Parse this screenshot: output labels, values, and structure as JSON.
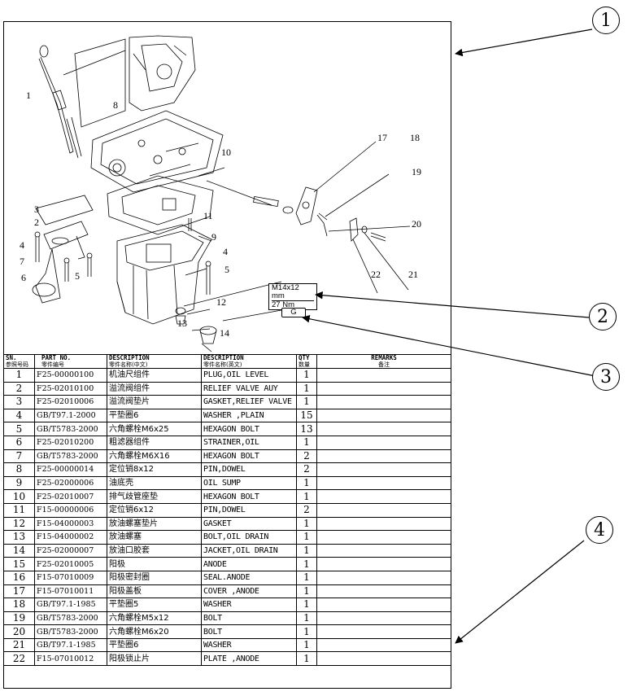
{
  "callouts": [
    "1",
    "2",
    "3",
    "4"
  ],
  "diagram": {
    "part_labels": [
      "1",
      "2",
      "3",
      "4",
      "4",
      "5",
      "5",
      "6",
      "7",
      "8",
      "9",
      "10",
      "11",
      "12",
      "13",
      "14",
      "17",
      "18",
      "19",
      "20",
      "21",
      "22"
    ],
    "spec_torque": {
      "line1": "M14x12 mm",
      "line2": "27 Nm"
    },
    "spec_g": "G"
  },
  "table": {
    "headers": {
      "sn": {
        "en": "SN.",
        "cn": "参照号码"
      },
      "part_no": {
        "en": "PART NO.",
        "cn": "零件编号"
      },
      "desc_cn": {
        "en": "DESCRIPTION",
        "cn": "零件名称(中文)"
      },
      "desc_en": {
        "en": "DESCRIPTION",
        "cn": "零件名称(英文)"
      },
      "qty": {
        "en": "QTY",
        "cn": "数量"
      },
      "remarks": {
        "en": "REMARKS",
        "cn": "备注"
      }
    },
    "rows": [
      {
        "sn": "1",
        "part_no": "F25-00000100",
        "desc_cn": "机油尺组件",
        "desc_en": "PLUG,OIL LEVEL",
        "qty": "1",
        "remarks": ""
      },
      {
        "sn": "2",
        "part_no": "F25-02010100",
        "desc_cn": "溢流阀组件",
        "desc_en": "RELIEF VALVE AUY",
        "qty": "1",
        "remarks": ""
      },
      {
        "sn": "3",
        "part_no": "F25-02010006",
        "desc_cn": "溢流阀垫片",
        "desc_en": "GASKET,RELIEF VALVE",
        "qty": "1",
        "remarks": ""
      },
      {
        "sn": "4",
        "part_no": "GB/T97.1-2000",
        "desc_cn": "平垫圈6",
        "desc_en": "WASHER ,PLAIN",
        "qty": "15",
        "remarks": ""
      },
      {
        "sn": "5",
        "part_no": "GB/T5783-2000",
        "desc_cn": "六角螺栓M6x25",
        "desc_en": "HEXAGON BOLT",
        "qty": "13",
        "remarks": ""
      },
      {
        "sn": "6",
        "part_no": "F25-02010200",
        "desc_cn": "粗滤器组件",
        "desc_en": "STRAINER,OIL",
        "qty": "1",
        "remarks": ""
      },
      {
        "sn": "7",
        "part_no": "GB/T5783-2000",
        "desc_cn": "六角螺栓M6X16",
        "desc_en": "HEXAGON BOLT",
        "qty": "2",
        "remarks": ""
      },
      {
        "sn": "8",
        "part_no": "F25-00000014",
        "desc_cn": "定位销8x12",
        "desc_en": "PIN,DOWEL",
        "qty": "2",
        "remarks": ""
      },
      {
        "sn": "9",
        "part_no": "F25-02000006",
        "desc_cn": "油底壳",
        "desc_en": "OIL SUMP",
        "qty": "1",
        "remarks": ""
      },
      {
        "sn": "10",
        "part_no": "F25-02010007",
        "desc_cn": "排气歧管座垫",
        "desc_en": "HEXAGON BOLT",
        "qty": "1",
        "remarks": ""
      },
      {
        "sn": "11",
        "part_no": "F15-00000006",
        "desc_cn": "定位销6x12",
        "desc_en": "PIN,DOWEL",
        "qty": "2",
        "remarks": ""
      },
      {
        "sn": "12",
        "part_no": "F15-04000003",
        "desc_cn": "放油螺塞垫片",
        "desc_en": "GASKET",
        "qty": "1",
        "remarks": ""
      },
      {
        "sn": "13",
        "part_no": "F15-04000002",
        "desc_cn": "放油螺塞",
        "desc_en": "BOLT,OIL DRAIN",
        "qty": "1",
        "remarks": ""
      },
      {
        "sn": "14",
        "part_no": "F25-02000007",
        "desc_cn": "放油口胶套",
        "desc_en": "JACKET,OIL DRAIN",
        "qty": "1",
        "remarks": ""
      },
      {
        "sn": "15",
        "part_no": "F25-02010005",
        "desc_cn": "阳极",
        "desc_en": "ANODE",
        "qty": "1",
        "remarks": ""
      },
      {
        "sn": "16",
        "part_no": "F15-07010009",
        "desc_cn": "阳极密封圈",
        "desc_en": "SEAL.ANODE",
        "qty": "1",
        "remarks": ""
      },
      {
        "sn": "17",
        "part_no": "F15-07010011",
        "desc_cn": "阳极盖板",
        "desc_en": "COVER ,ANODE",
        "qty": "1",
        "remarks": ""
      },
      {
        "sn": "18",
        "part_no": "GB/T97.1-1985",
        "desc_cn": "平垫圈5",
        "desc_en": "WASHER",
        "qty": "1",
        "remarks": ""
      },
      {
        "sn": "19",
        "part_no": "GB/T5783-2000",
        "desc_cn": "六角螺栓M5x12",
        "desc_en": "BOLT",
        "qty": "1",
        "remarks": ""
      },
      {
        "sn": "20",
        "part_no": "GB/T5783-2000",
        "desc_cn": "六角螺栓M6x20",
        "desc_en": "BOLT",
        "qty": "1",
        "remarks": ""
      },
      {
        "sn": "21",
        "part_no": "GB/T97.1-1985",
        "desc_cn": "平垫圈6",
        "desc_en": "WASHER",
        "qty": "1",
        "remarks": ""
      },
      {
        "sn": "22",
        "part_no": "F15-07010012",
        "desc_cn": "阳极锁止片",
        "desc_en": "PLATE ,ANODE",
        "qty": "1",
        "remarks": ""
      }
    ]
  }
}
